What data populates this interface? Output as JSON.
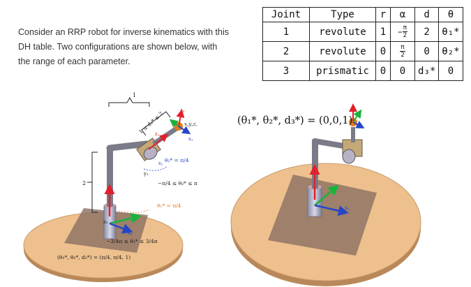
{
  "intro": {
    "line1": "Consider an RRP robot for inverse kinematics with this",
    "line2": "DH table.  Two configurations are shown below, with",
    "line3": "the range of each parameter."
  },
  "dh_table": {
    "headers": [
      "Joint",
      "Type",
      "r",
      "α",
      "d",
      "θ"
    ],
    "rows": [
      {
        "joint": "1",
        "type": "revolute",
        "r": "1",
        "alpha_sign": "−",
        "alpha_num": "π",
        "alpha_den": "2",
        "d": "2",
        "theta": "θ₁*"
      },
      {
        "joint": "2",
        "type": "revolute",
        "r": "0",
        "alpha_sign": "",
        "alpha_num": "π",
        "alpha_den": "2",
        "d": "0",
        "theta": "θ₂*"
      },
      {
        "joint": "3",
        "type": "prismatic",
        "r": "0",
        "alpha": "0",
        "d": "d₃*",
        "theta": "0"
      }
    ]
  },
  "left_figure": {
    "link_length": "1",
    "d3_range": "1 ≤ d₃* ≤ 2",
    "theta2_value": "θ₂* = π/4",
    "theta2_range": "−π/4 ≤ θ₂* ≤ π",
    "theta1_value": "θ₁* = π/4",
    "theta1_range": "−3/4π ≤ θ₁* ≤ 3/4π",
    "config": "(θ₁*, θ₂*, d₃*) = (π/4, π/4, 1)",
    "base_height": "2",
    "labels": {
      "z3": "z₃",
      "x3": "x₃",
      "z2": "z₂",
      "x2": "x₂",
      "y1": "y₁",
      "xyz": "x꜀y꜀z꜀",
      "z0": "z₀",
      "x0": "x₀"
    }
  },
  "right_figure": {
    "config": "(θ₁*, θ₂*, d₃*) = (0,0,1)",
    "labels": {
      "x0": "x₀"
    }
  },
  "colors": {
    "disk": "#eec08e",
    "disk_edge": "#b9885a",
    "plate": "#8a6f63",
    "link": "#7a7a88",
    "joint": "#b7b2c6",
    "z_axis": "#e0202a",
    "y_axis": "#18b43a",
    "x_axis": "#2646c8",
    "orange": "#e87a1c"
  }
}
